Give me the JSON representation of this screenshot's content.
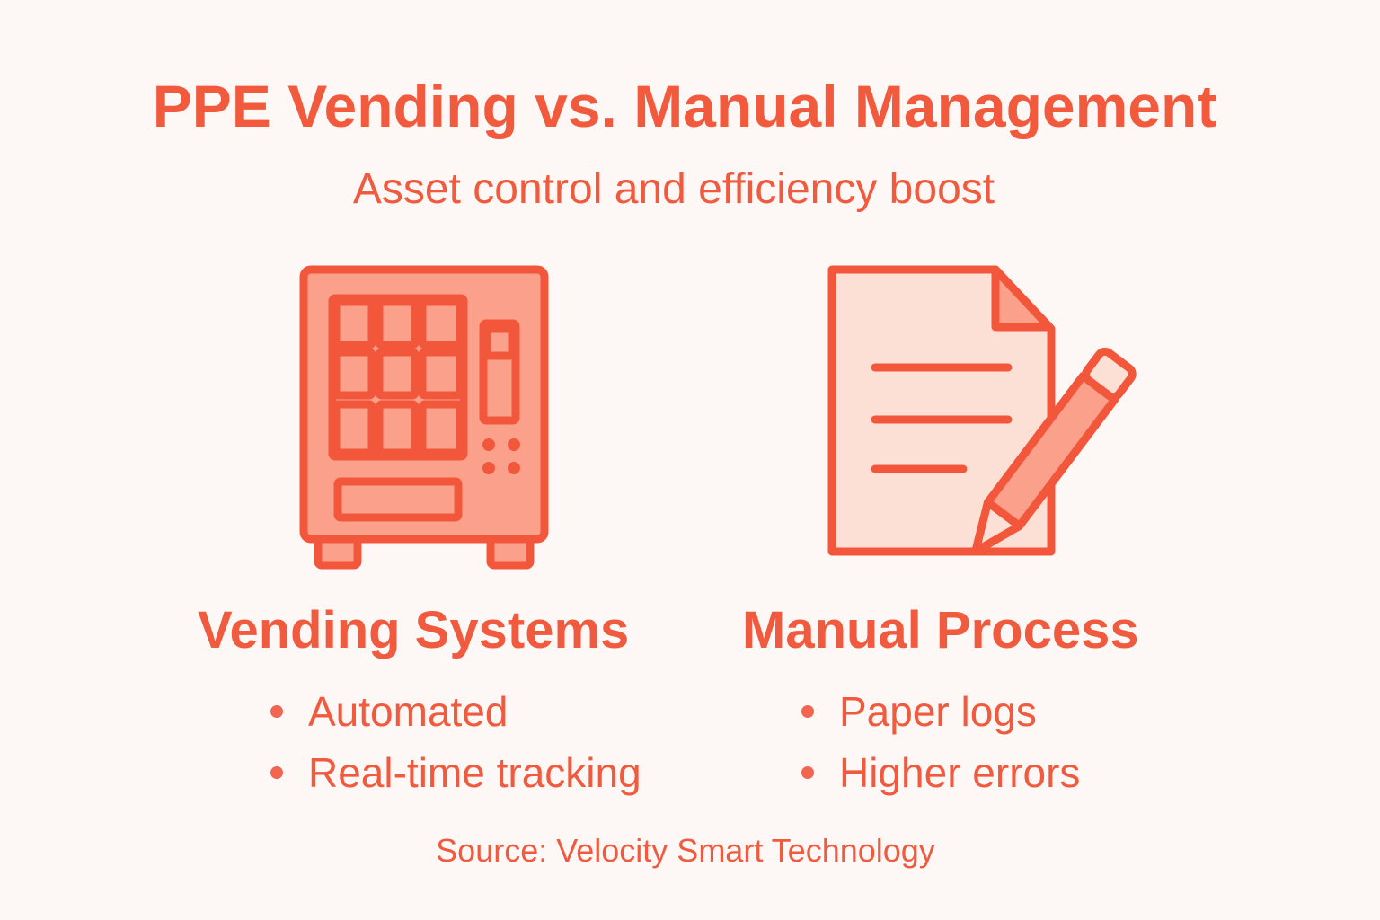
{
  "header": {
    "title": "PPE Vending vs. Manual Management",
    "subtitle": "Asset control and efficiency boost"
  },
  "columns": [
    {
      "heading": "Vending Systems",
      "icon": "vending-machine-icon",
      "bullets": [
        "Automated",
        "Real-time tracking"
      ]
    },
    {
      "heading": "Manual Process",
      "icon": "document-pencil-icon",
      "bullets": [
        "Paper logs",
        "Higher errors"
      ]
    }
  ],
  "footer": {
    "source": "Source: Velocity Smart Technology"
  },
  "colors": {
    "accent": "#f25a3d",
    "fill_medium": "#fba08a",
    "fill_light": "#fde0d5",
    "background": "#fdf8f5"
  }
}
